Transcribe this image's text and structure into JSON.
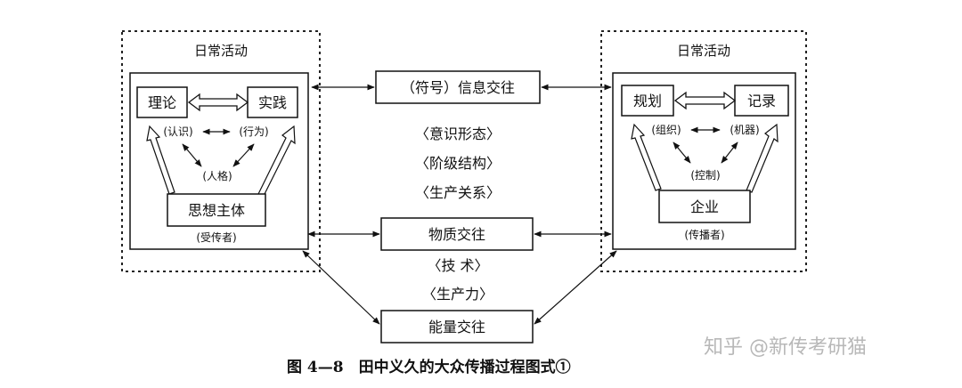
{
  "left_group": {
    "title": "日常活动",
    "theory": "理论",
    "practice": "实践",
    "cognition": "(认识)",
    "behavior": "(行为)",
    "personality": "(人格)",
    "subject": "思想主体",
    "role": "(受传者)"
  },
  "right_group": {
    "title": "日常活动",
    "planning": "规划",
    "record": "记录",
    "organization": "(组织)",
    "machine": "(机器)",
    "control": "(控制)",
    "enterprise": "企业",
    "role": "(传播者)"
  },
  "center": {
    "info_exchange": "（符号）信息交往",
    "ideology": "〈意识形态〉",
    "class_structure": "〈阶级结构〉",
    "production_relations": "〈生产关系〉",
    "material_exchange": "物质交往",
    "technology": "〈技 术〉",
    "productivity": "〈生产力〉",
    "energy_exchange": "能量交往"
  },
  "caption": "图 4—8　田中义久的大众传播过程图式①",
  "watermark": "知乎 @新传考研猫"
}
